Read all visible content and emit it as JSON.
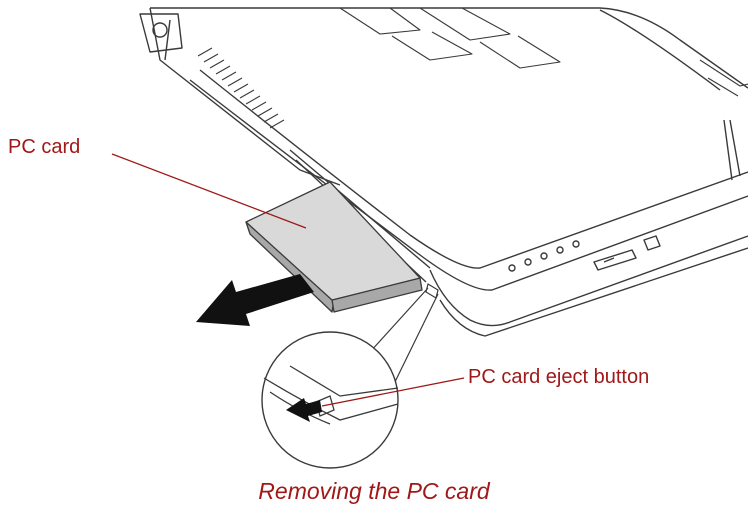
{
  "colors": {
    "callout_text": "#a01818",
    "line_art": "#3a3a3a",
    "card_fill": "#d9d9d9",
    "card_side": "#a8a8a8",
    "arrow": "#111111"
  },
  "callouts": {
    "pc_card": "PC card",
    "eject_button": "PC card eject button"
  },
  "caption": "Removing the PC card"
}
